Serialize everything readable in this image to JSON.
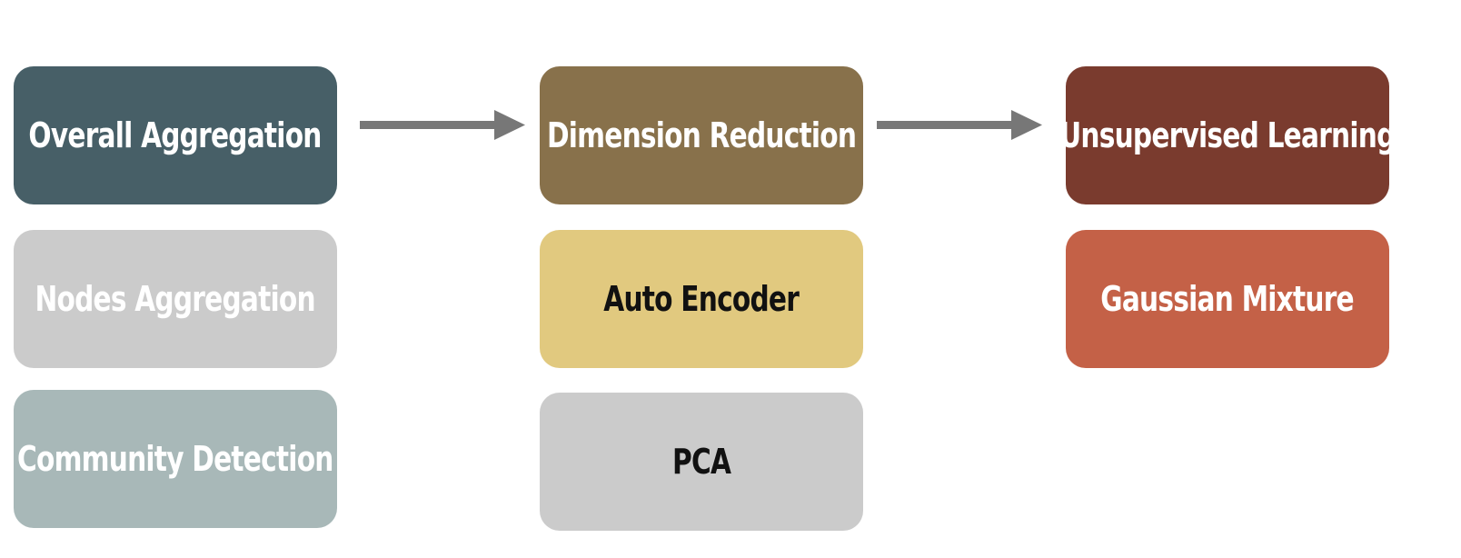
{
  "columns": [
    {
      "header": {
        "label": "Overall Aggregation",
        "fill": "#475f67",
        "text_color": "#ffffff"
      },
      "options": [
        {
          "label": "Nodes Aggregation",
          "fill": "#cbcbcb",
          "text_color": "#ffffff"
        },
        {
          "label": "Community Detection",
          "fill": "#a8b8b8",
          "text_color": "#ffffff"
        }
      ]
    },
    {
      "header": {
        "label": "Dimension Reduction",
        "fill": "#88714b",
        "text_color": "#ffffff"
      },
      "options": [
        {
          "label": "Auto Encoder",
          "fill": "#e1c97f",
          "text_color": "#111111"
        },
        {
          "label": "PCA",
          "fill": "#cbcbcb",
          "text_color": "#111111"
        }
      ]
    },
    {
      "header": {
        "label": "Unsupervised Learning",
        "fill": "#7a3b2e",
        "text_color": "#ffffff"
      },
      "options": [
        {
          "label": "Gaussian Mixture",
          "fill": "#c46147",
          "text_color": "#ffffff"
        }
      ]
    }
  ],
  "arrow_color": "#777777"
}
